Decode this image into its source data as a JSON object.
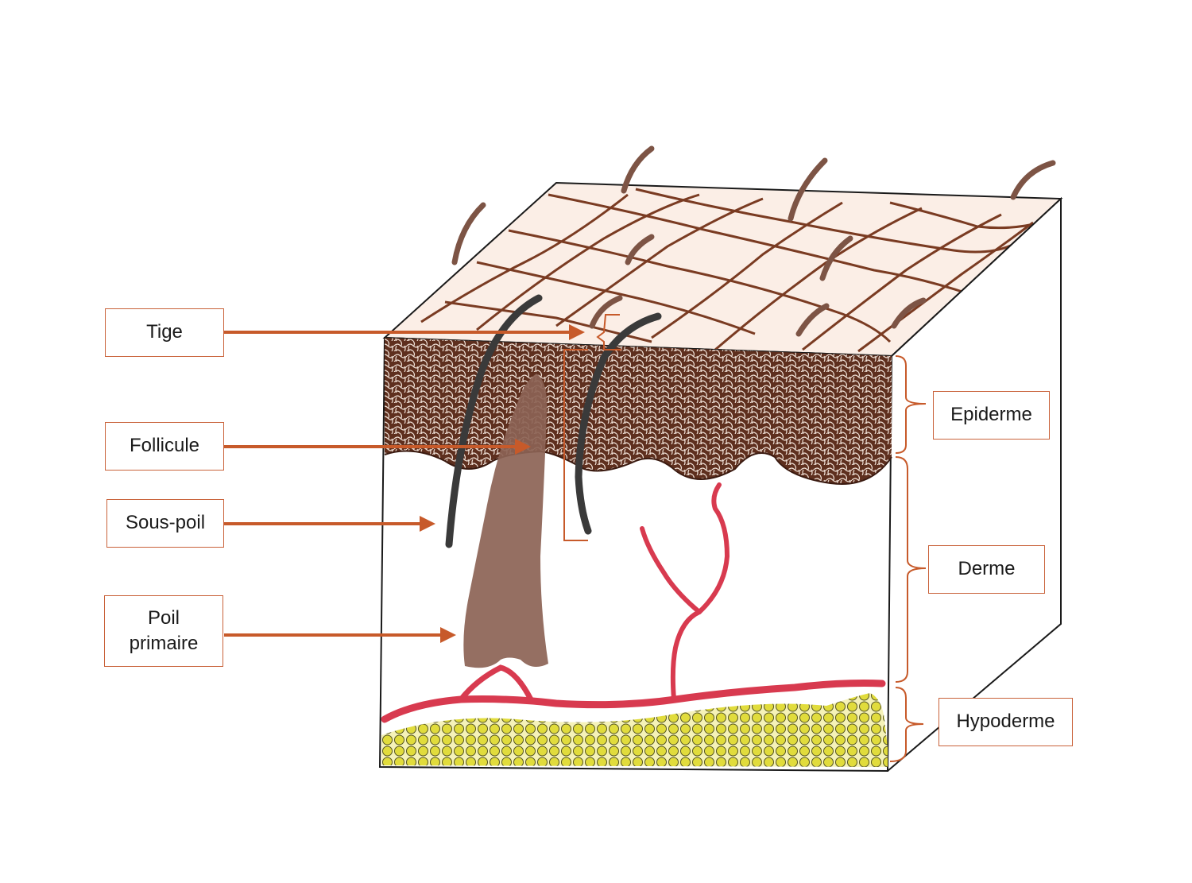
{
  "labels": {
    "tige": "Tige",
    "follicule": "Follicule",
    "sous_poil": "Sous-poil",
    "poil_primaire_line1": "Poil",
    "poil_primaire_line2": "primaire",
    "epiderme": "Epiderme",
    "derme": "Derme",
    "hypoderme": "Hypoderme"
  },
  "colors": {
    "arrow": "#c75a2a",
    "label_border": "#c9623a",
    "outline": "#1a1a1a",
    "top_grid": "#7a3b22",
    "top_surface": "#fbeee6",
    "epidermis_fill": "#5e2f1e",
    "epidermis_mesh": "#f1e2d8",
    "guard_hair": "#3a3a3a",
    "primary_hair": "#8c6355",
    "surface_hair": "#7d5445",
    "blood_vessel": "#d83a4f",
    "fat_cells": "#e1dc3c",
    "fat_outline": "#555522"
  }
}
